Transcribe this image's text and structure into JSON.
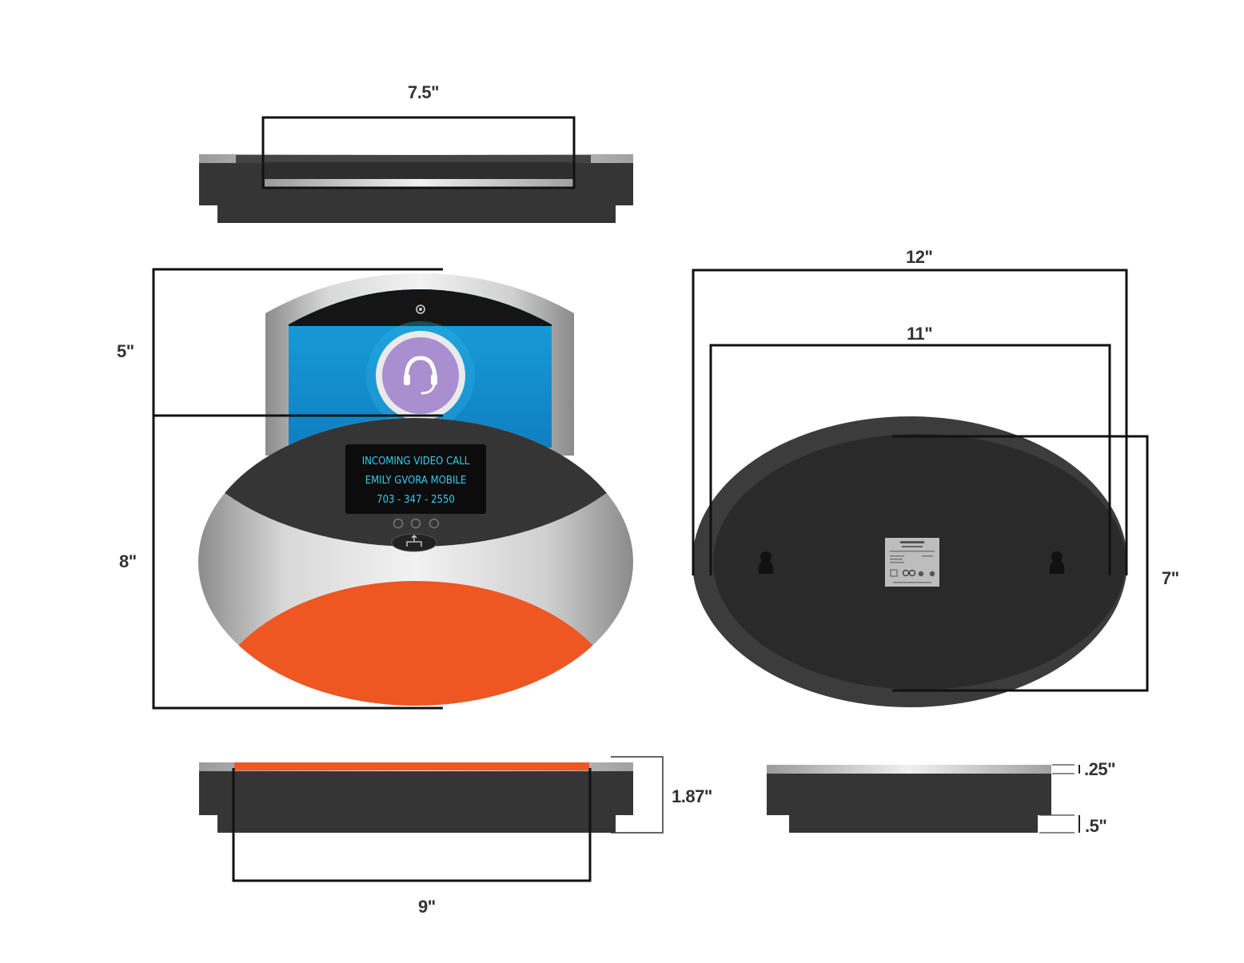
{
  "dimensions": {
    "top_width": "7.5\"",
    "front_upper_height": "5\"",
    "front_lower_height": "8\"",
    "bottom_outer_width": "12\"",
    "bottom_inner_width": "11\"",
    "bottom_depth": "7\"",
    "side_height": "1.87\"",
    "side_base_width": "9\"",
    "end_lip": ".25\"",
    "end_foot": ".5\""
  },
  "display": {
    "line1": "INCOMING  VIDEO CALL",
    "line2": "EMILY GVORA MOBILE",
    "line3": "703 - 347 - 2550"
  },
  "colors": {
    "device_dark": "#353535",
    "steel": "#c8c8c8",
    "speaker_orange": "#ee5622",
    "screen_blue": "#1a9ad6",
    "avatar_purple": "#a98ed0",
    "lcd_text": "#33ccee"
  },
  "icons": {
    "camera": "camera-icon",
    "avatar": "headset-icon",
    "dock": "dock-icon",
    "keyhole": "keyhole-icon"
  }
}
